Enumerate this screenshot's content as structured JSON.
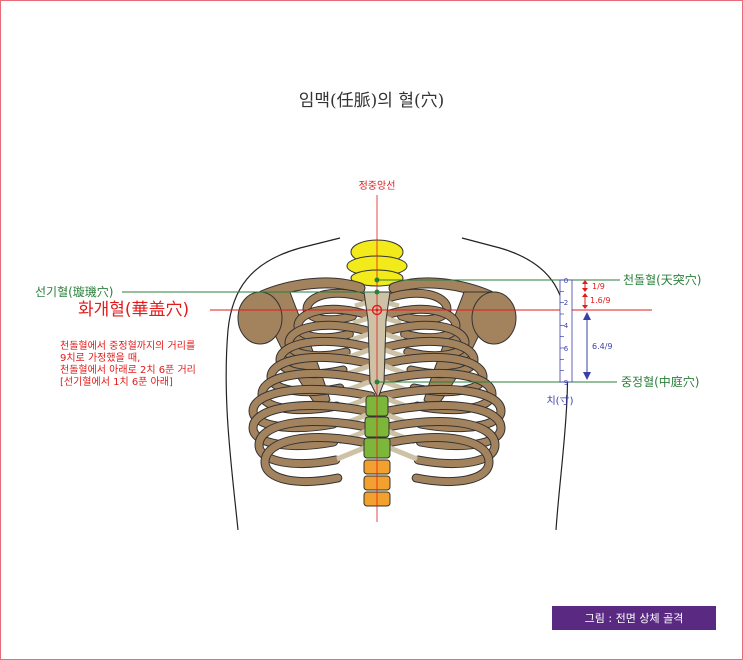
{
  "title": "임맥(任脈)의 혈(穴)",
  "midline_label": "정중앙선",
  "points": {
    "seongi": "선기혈(璇璣穴)",
    "hwagae": "화개혈(華盖穴)",
    "cheondol": "천돌혈(天突穴)",
    "jungjeong": "중정혈(中庭穴)"
  },
  "note_lines": [
    "천돌혈에서 중정혈까지의 거리를",
    "9치로 가정했을 때,",
    "천돌혈에서 아래로 2치 6푼 거리",
    "[선기혈에서 1치 6푼 아래]"
  ],
  "ruler": {
    "ticks": [
      "0",
      "2",
      "4",
      "6",
      "9"
    ],
    "m1": "1/9",
    "m2": "1.6/9",
    "m3": "6.4/9",
    "unit": "치(寸)"
  },
  "caption": "그림 : 전면 상체 골격",
  "colors": {
    "bone": "#a3835e",
    "cartilage": "#cdc2a5",
    "cervical": "#f2ea1a",
    "thoracic": "#7cb73a",
    "lumbar": "#f2a12e",
    "point_line": "#e21b1b",
    "green_label": "#2a7f3a",
    "blue_ruler": "#3a3fa6"
  }
}
